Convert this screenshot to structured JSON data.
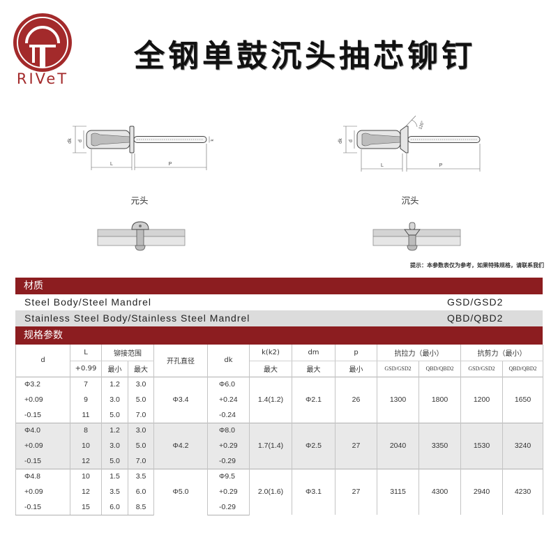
{
  "brand": {
    "logo_text": "RIVeT"
  },
  "title": "全钢单鼓沉头抽芯铆钉",
  "diagrams": {
    "round_head": {
      "caption": "元头",
      "labels": {
        "dk": "dk",
        "d": "d",
        "L": "L",
        "P": "P",
        "k": "k"
      }
    },
    "countersunk": {
      "caption": "沉头",
      "labels": {
        "dk": "dk",
        "d": "d",
        "L": "L",
        "P": "P",
        "angle": "120°"
      }
    }
  },
  "note": "提示：本参数表仅为参考，如果特殊规格，请联系我们",
  "material": {
    "header": "材质",
    "rows": [
      {
        "name": "Steel Body/Steel Mandrel",
        "code": "GSD/GSD2"
      },
      {
        "name": "Stainless Steel Body/Stainless Steel Mandrel",
        "code": "QBD/QBD2"
      }
    ]
  },
  "spec": {
    "header": "规格参数",
    "columns": {
      "d": "d",
      "L": "L",
      "L_tol": "+0.99",
      "grip": "铆接范围",
      "grip_min": "最小",
      "grip_max": "最大",
      "hole": "开孔直径",
      "dk": "dk",
      "k": "k(k2)",
      "k_sub": "最大",
      "dm": "dm",
      "dm_sub": "最大",
      "p": "p",
      "p_sub": "最小",
      "tensile": "抗拉力（最小）",
      "shear": "抗剪力（最小）",
      "gsd": "GSD/GSD2",
      "qbd": "QBD/QBD2"
    },
    "groups": [
      {
        "d": [
          "Φ3.2",
          "+0.09",
          "-0.15"
        ],
        "L": [
          "7",
          "9",
          "11"
        ],
        "grip_min": [
          "1.2",
          "3.0",
          "5.0"
        ],
        "grip_max": [
          "3.0",
          "5.0",
          "7.0"
        ],
        "hole": "Φ3.4",
        "dk": [
          "Φ6.0",
          "+0.24",
          "-0.24"
        ],
        "k": "1.4(1.2)",
        "dm": "Φ2.1",
        "p": "26",
        "tensile_gsd": "1300",
        "tensile_qbd": "1800",
        "shear_gsd": "1200",
        "shear_qbd": "1650"
      },
      {
        "d": [
          "Φ4.0",
          "+0.09",
          "-0.15"
        ],
        "L": [
          "8",
          "10",
          "12"
        ],
        "grip_min": [
          "1.2",
          "3.0",
          "5.0"
        ],
        "grip_max": [
          "3.0",
          "5.0",
          "7.0"
        ],
        "hole": "Φ4.2",
        "dk": [
          "Φ8.0",
          "+0.29",
          "-0.29"
        ],
        "k": "1.7(1.4)",
        "dm": "Φ2.5",
        "p": "27",
        "tensile_gsd": "2040",
        "tensile_qbd": "3350",
        "shear_gsd": "1530",
        "shear_qbd": "3240"
      },
      {
        "d": [
          "Φ4.8",
          "+0.09",
          "-0.15"
        ],
        "L": [
          "10",
          "12",
          "15"
        ],
        "grip_min": [
          "1.5",
          "3.5",
          "6.0"
        ],
        "grip_max": [
          "3.5",
          "6.0",
          "8.5"
        ],
        "hole": "Φ5.0",
        "dk": [
          "Φ9.5",
          "+0.29",
          "-0.29"
        ],
        "k": "2.0(1.6)",
        "dm": "Φ3.1",
        "p": "27",
        "tensile_gsd": "3115",
        "tensile_qbd": "4300",
        "shear_gsd": "2940",
        "shear_qbd": "4230"
      }
    ]
  },
  "colors": {
    "header_bar": "#8c1d20",
    "logo": "#a32a2b",
    "row_shade": "#dcdcdc",
    "group_shade": "#e9e9e9"
  }
}
